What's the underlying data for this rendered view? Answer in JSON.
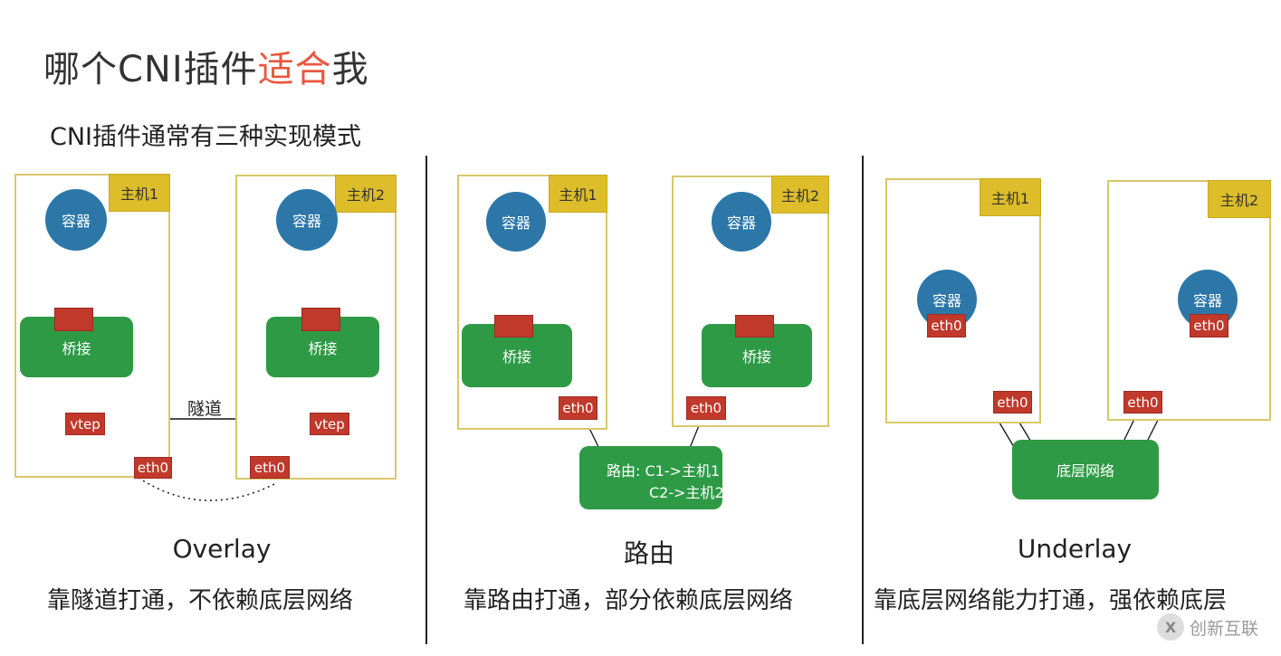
{
  "title": {
    "prefix": "哪个CNI插件",
    "highlight": "适合",
    "suffix": "我"
  },
  "subtitle": "CNI插件通常有三种实现模式",
  "labels": {
    "host1": "主机1",
    "host2": "主机2",
    "container": "容器",
    "bridge": "桥接",
    "vtep": "vtep",
    "eth0": "eth0",
    "tunnel": "隧道",
    "router_line1": "路由:  C1->主机1",
    "router_line2": "C2->主机2",
    "underlay_network": "底层网络"
  },
  "panels": [
    {
      "caption": "Overlay",
      "description": "靠隧道打通，不依赖底层网络"
    },
    {
      "caption": "路由",
      "description": "靠路由打通，部分依赖底层网络"
    },
    {
      "caption": "Underlay",
      "description": "靠底层网络能力打通，强依赖底层"
    }
  ],
  "watermark": "创新互联",
  "colors": {
    "container": "#2c77a8",
    "bridge": "#2e9a45",
    "nic": "#c0392b",
    "host_tag": "#ddbd2a",
    "host_border": "#d9c76a",
    "title_highlight": "#e8573f"
  }
}
